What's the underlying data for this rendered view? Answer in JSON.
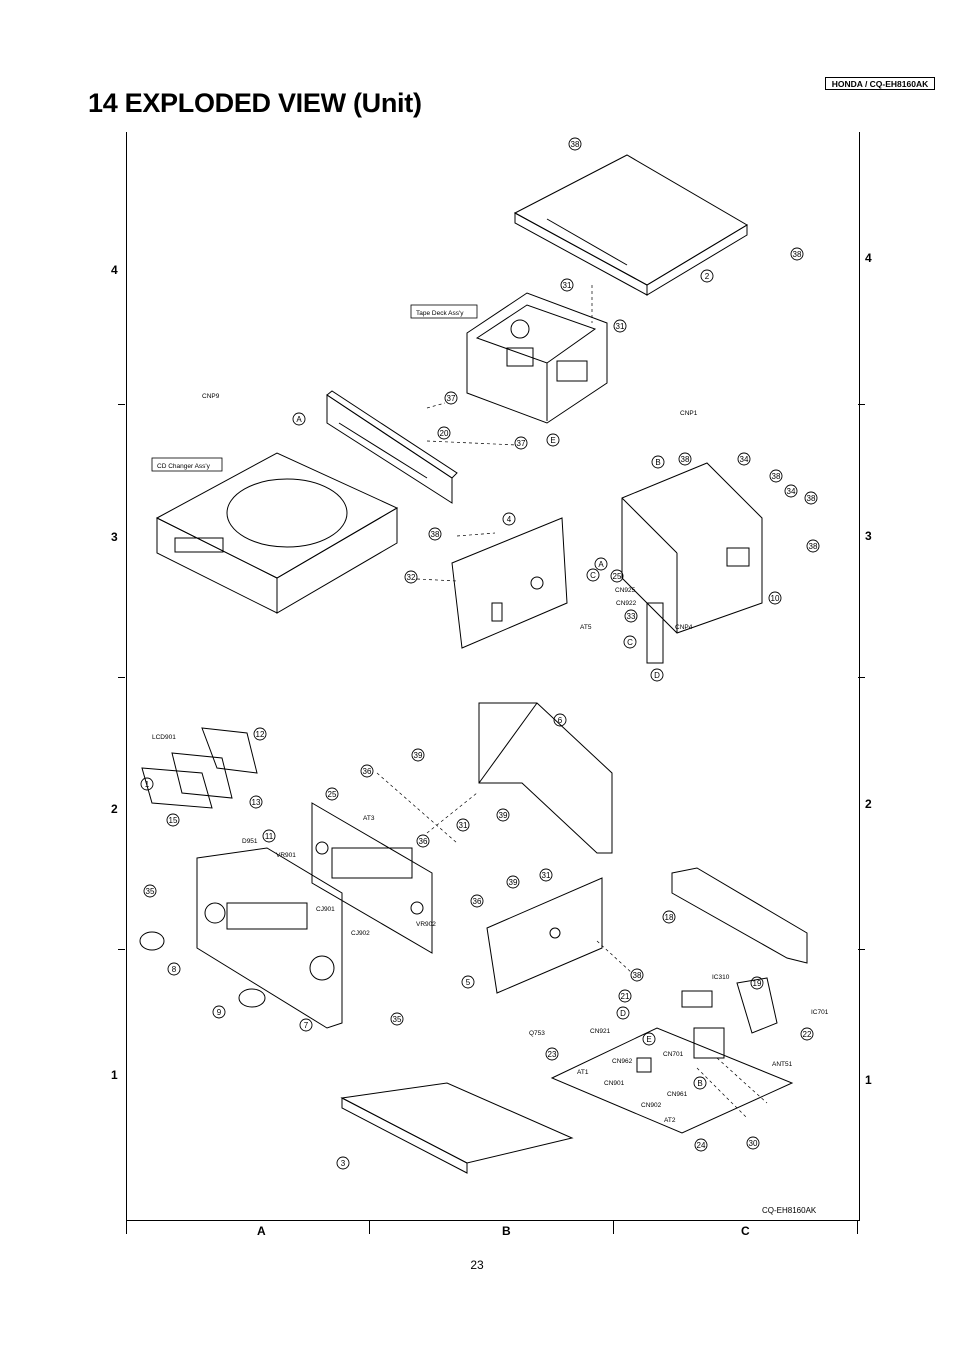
{
  "header": {
    "model_tag": "HONDA / CQ-EH8160AK"
  },
  "page": {
    "title": "14 EXPLODED VIEW (Unit)",
    "page_number": "23",
    "drawing_code": "CQ-EH8160AK"
  },
  "zones": {
    "rows": [
      "4",
      "3",
      "2",
      "1"
    ],
    "cols": [
      "A",
      "B",
      "C"
    ]
  },
  "labels": {
    "tape_deck": "Tape Deck Ass'y",
    "cd_changer": "CD Changer Ass'y",
    "cnp9": "CNP9",
    "cnp1": "CNP1",
    "cnp4": "CNP4",
    "cn925": "CN925",
    "cn922": "CN922",
    "at5": "AT5",
    "at3": "AT3",
    "lcd901": "LCD901",
    "d951": "D951",
    "vr901": "VR901",
    "vr902": "VR902",
    "cj901": "CJ901",
    "cj902": "CJ902",
    "ic310": "IC310",
    "ic701": "IC701",
    "q753": "Q753",
    "cn921": "CN921",
    "cn902": "CN902",
    "cn701": "CN701",
    "ant51": "ANT51",
    "at1": "AT1",
    "cn901": "CN901",
    "cn961": "CN961",
    "cn962": "CN962",
    "at2": "AT2"
  },
  "callouts": {
    "p1": "1",
    "p2": "2",
    "p3": "3",
    "p4": "4",
    "p5": "5",
    "p6": "6",
    "p7": "7",
    "p8": "8",
    "p9": "9",
    "p10": "10",
    "p11": "11",
    "p12": "12",
    "p13": "13",
    "p15": "15",
    "p18": "18",
    "p19": "19",
    "p20": "20",
    "p21": "21",
    "p22": "22",
    "p23": "23",
    "p24": "24",
    "p25": "25",
    "p30": "30",
    "p31": "31",
    "p32": "32",
    "p33": "33",
    "p34": "34",
    "p35": "35",
    "p36": "36",
    "p37": "37",
    "p38": "38",
    "p39": "39"
  },
  "connectors": {
    "A": "A",
    "B": "B",
    "C": "C",
    "D": "D",
    "E": "E"
  }
}
